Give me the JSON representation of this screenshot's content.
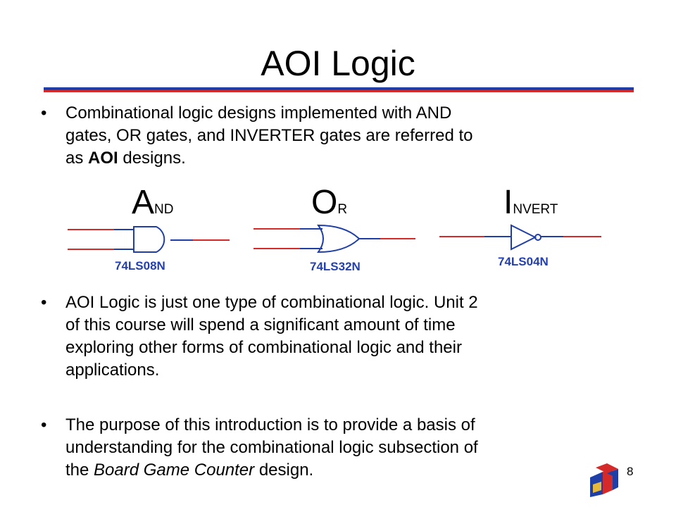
{
  "slide": {
    "title": "AOI Logic",
    "bullet1": {
      "line1": "Combinational logic designs implemented with AND",
      "line2": "gates, OR gates, and INVERTER gates are referred to",
      "line3_pre": "as ",
      "line3_bold": "AOI",
      "line3_post": " designs."
    },
    "gates": {
      "and": {
        "big": "A",
        "small": "ND",
        "part": "74LS08N"
      },
      "or": {
        "big": "O",
        "small": "R",
        "part": "74LS32N"
      },
      "invert": {
        "big": "I",
        "small": "NVERT",
        "part": "74LS04N"
      }
    },
    "bullet2": {
      "line1": "AOI Logic is just one type of combinational logic. Unit 2",
      "line2": "of this course will spend a significant amount of time",
      "line3": "exploring other forms of combinational logic and their",
      "line4": "applications."
    },
    "bullet3": {
      "line1": "The purpose of this introduction is to provide a basis of",
      "line2": "understanding for the combinational logic subsection of",
      "line3_pre": "the ",
      "line3_italic": "Board Game Counter",
      "line3_post": " design."
    },
    "bullet_char": "•",
    "page_number": "8",
    "logo_icon": "school-logo-icon",
    "colors": {
      "rule_blue": "#1f3fa6",
      "rule_red": "#d42a2a",
      "gate_label": "#2440b0",
      "wire_red": "#d42a2a",
      "wire_blue": "#1f3fa6"
    }
  }
}
